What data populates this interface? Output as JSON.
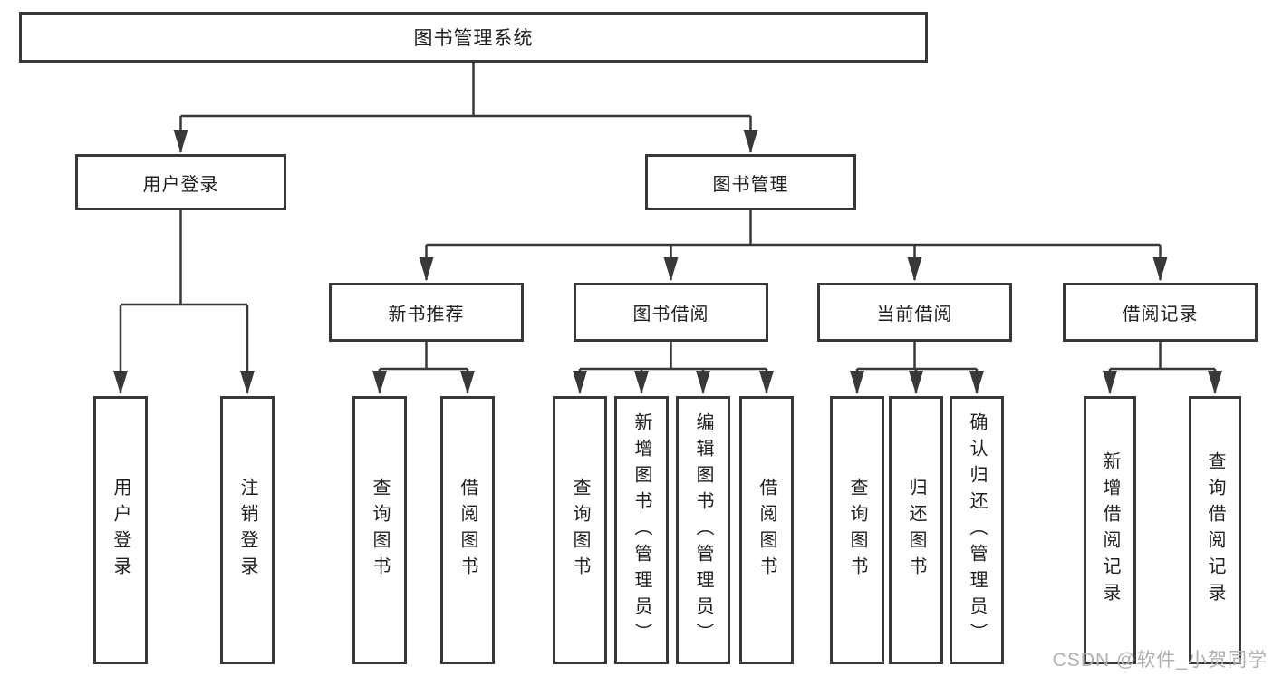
{
  "diagram": {
    "title": "图书管理系统",
    "level2": [
      {
        "label": "用户登录",
        "leaves": [
          "用户登录",
          "注销登录"
        ]
      },
      {
        "label": "图书管理"
      }
    ],
    "level3": [
      {
        "label": "新书推荐",
        "leaves": [
          "查询图书",
          "借阅图书"
        ]
      },
      {
        "label": "图书借阅",
        "leaves": [
          "查询图书",
          "新增图书（管理员）",
          "编辑图书（管理员）",
          "借阅图书"
        ]
      },
      {
        "label": "当前借阅",
        "leaves": [
          "查询图书",
          "归还图书",
          "确认归还（管理员）"
        ]
      },
      {
        "label": "借阅记录",
        "leaves": [
          "新增借阅记录",
          "查询借阅记录"
        ]
      }
    ],
    "watermark": "CSDN @软件_小贺同学",
    "colors": {
      "line": "#383838",
      "text": "#1f1f1f",
      "box_fill": "#ffffff",
      "watermark": "#b0b0b0"
    }
  }
}
